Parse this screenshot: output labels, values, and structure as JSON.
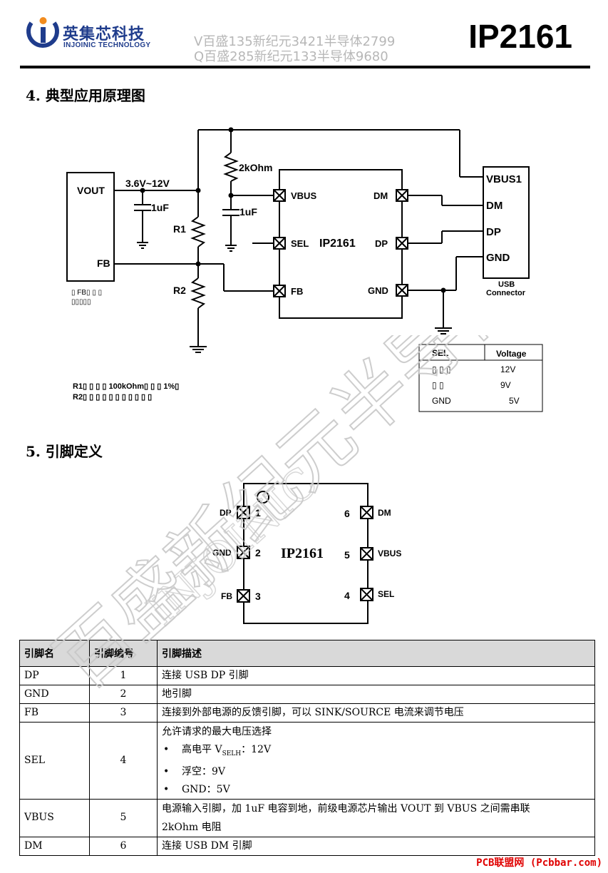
{
  "header": {
    "brand_cn": "英集芯科技",
    "brand_en": "INJOINIC TECHNOLOGY",
    "contact_line1": "V百盛135新纪元3421半导体2799",
    "contact_line2": "Q百盛285新纪元133半导体9680",
    "part_number": "IP2161"
  },
  "section4": {
    "heading": "4. 典型应用原理图",
    "schematic": {
      "vout": "VOUT",
      "fb": "FB",
      "voltage_range": "3.6V~12V",
      "cap1": "1uF",
      "cap2": "1uF",
      "resistor_pullup": "2kOhm",
      "r1": "R1",
      "r2": "R2",
      "chip": "IP2161",
      "pin_vbus": "VBUS",
      "pin_sel": "SEL",
      "pin_fb": "FB",
      "pin_dm": "DM",
      "pin_dp": "DP",
      "pin_gnd": "GND",
      "conn_vbus": "VBUS1",
      "conn_dm": "DM",
      "conn_dp": "DP",
      "conn_gnd": "GND",
      "conn_label1": "USB",
      "conn_label2": "Connector",
      "note_fb": "▯ FB▯ ▯ ▯",
      "note_fb2": "▯▯▯▯▯",
      "note_r1": "R1▯  ▯  ▯  ▯   100kOhm▯  ▯  ▯   1%▯",
      "note_r2": "R2▯  ▯  ▯  ▯  ▯  ▯  ▯  ▯  ▯  ▯  ▯"
    },
    "sel_table": {
      "col1": "SEL",
      "col2": "Voltage",
      "rows": [
        {
          "sel": "▯  ▯  ▯",
          "voltage": "12V"
        },
        {
          "sel": "▯  ▯",
          "voltage": "9V"
        },
        {
          "sel": "GND",
          "voltage": "5V"
        }
      ]
    }
  },
  "section5": {
    "heading": "5. 引脚定义",
    "chip": "IP2161",
    "left_pins": [
      {
        "name": "DP",
        "num": "1"
      },
      {
        "name": "GND",
        "num": "2"
      },
      {
        "name": "FB",
        "num": "3"
      }
    ],
    "right_pins": [
      {
        "name": "DM",
        "num": "6"
      },
      {
        "name": "VBUS",
        "num": "5"
      },
      {
        "name": "SEL",
        "num": "4"
      }
    ]
  },
  "pin_table": {
    "headers": [
      "引脚名",
      "引脚编号",
      "引脚描述"
    ],
    "rows": [
      {
        "name": "DP",
        "num": "1",
        "desc": "连接 USB DP 引脚"
      },
      {
        "name": "GND",
        "num": "2",
        "desc": "地引脚"
      },
      {
        "name": "FB",
        "num": "3",
        "desc": "连接到外部电源的反馈引脚，可以 SINK/SOURCE 电流来调节电压"
      },
      {
        "name": "SEL",
        "num": "4",
        "desc": "允许请求的最大电压选择",
        "bullets": [
          "高电平 V",
          "浮空：9V",
          "GND：5V"
        ],
        "bullet1_sub": "SELH",
        "bullet1_tail": "：12V"
      },
      {
        "name": "VBUS",
        "num": "5",
        "desc": "电源输入引脚，加 1uF 电容到地，前级电源芯片输出 VOUT 到 VBUS 之间需串联",
        "desc2": "2kOhm 电阻"
      },
      {
        "name": "DM",
        "num": "6",
        "desc": "连接 USB DM 引脚"
      }
    ]
  },
  "watermark": {
    "text": "百盛新纪元半导体",
    "text2": "INJOINIC"
  },
  "footer": {
    "text": "PCB联盟网 (Pcbbar.com)"
  }
}
